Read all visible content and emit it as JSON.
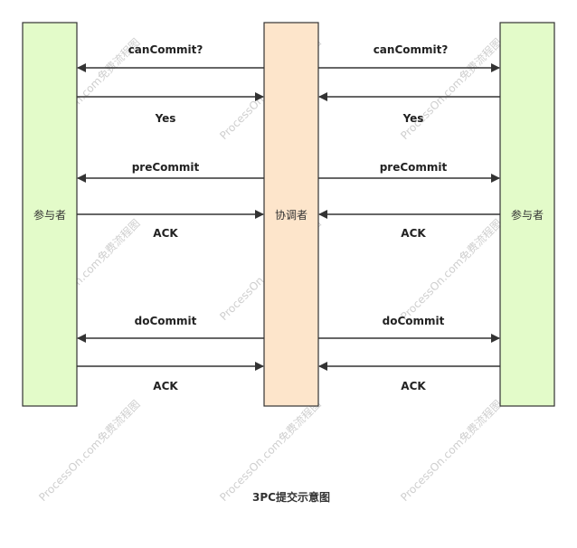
{
  "nodes": {
    "left": {
      "label": "参与者",
      "fill": "#e3fbc9",
      "stroke": "#333333"
    },
    "center": {
      "label": "协调者",
      "fill": "#fde5cb",
      "stroke": "#333333"
    },
    "right": {
      "label": "参与者",
      "fill": "#e3fbc9",
      "stroke": "#333333"
    }
  },
  "messages": {
    "left": [
      "canCommit?",
      "Yes",
      "preCommit",
      "ACK",
      "doCommit",
      "ACK"
    ],
    "right": [
      "canCommit?",
      "Yes",
      "preCommit",
      "ACK",
      "doCommit",
      "ACK"
    ]
  },
  "caption": "3PC提交示意图",
  "watermark": "ProcessOn.com免费流程图",
  "colors": {
    "arrow": "#333333",
    "watermark": "#cfcfcf"
  }
}
